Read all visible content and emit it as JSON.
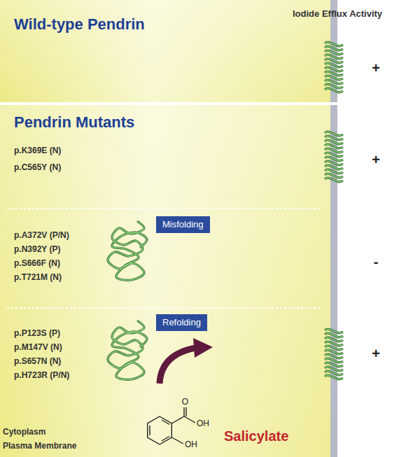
{
  "diagram": {
    "nodes": [
      {
        "text": [
          "Wild-type Pendrin"
        ]
      },
      {
        "text": [
          "Pendrin Mutants"
        ]
      },
      {
        "text": [
          "Misfolding"
        ],
        "in": 1
      },
      {
        "text": [
          "Refolding"
        ],
        "in": 1
      }
    ],
    "labels": [
      "Iodide Efflux Activity",
      "+",
      "p.K369E (N)",
      "p.C565Y (N)",
      "+",
      "p.A372V (P/N)",
      "p.N392Y (P)",
      "p.S666F (N)",
      "p.T721M (N)",
      "-",
      "p.P123S (P)",
      "p.M147V (N)",
      "p.S657N (N)",
      "p.H723R (P/N)",
      "+",
      "O",
      "OH",
      "OH",
      "Salicylate",
      "Cytoplasm",
      "Plasma Membrane"
    ]
  }
}
